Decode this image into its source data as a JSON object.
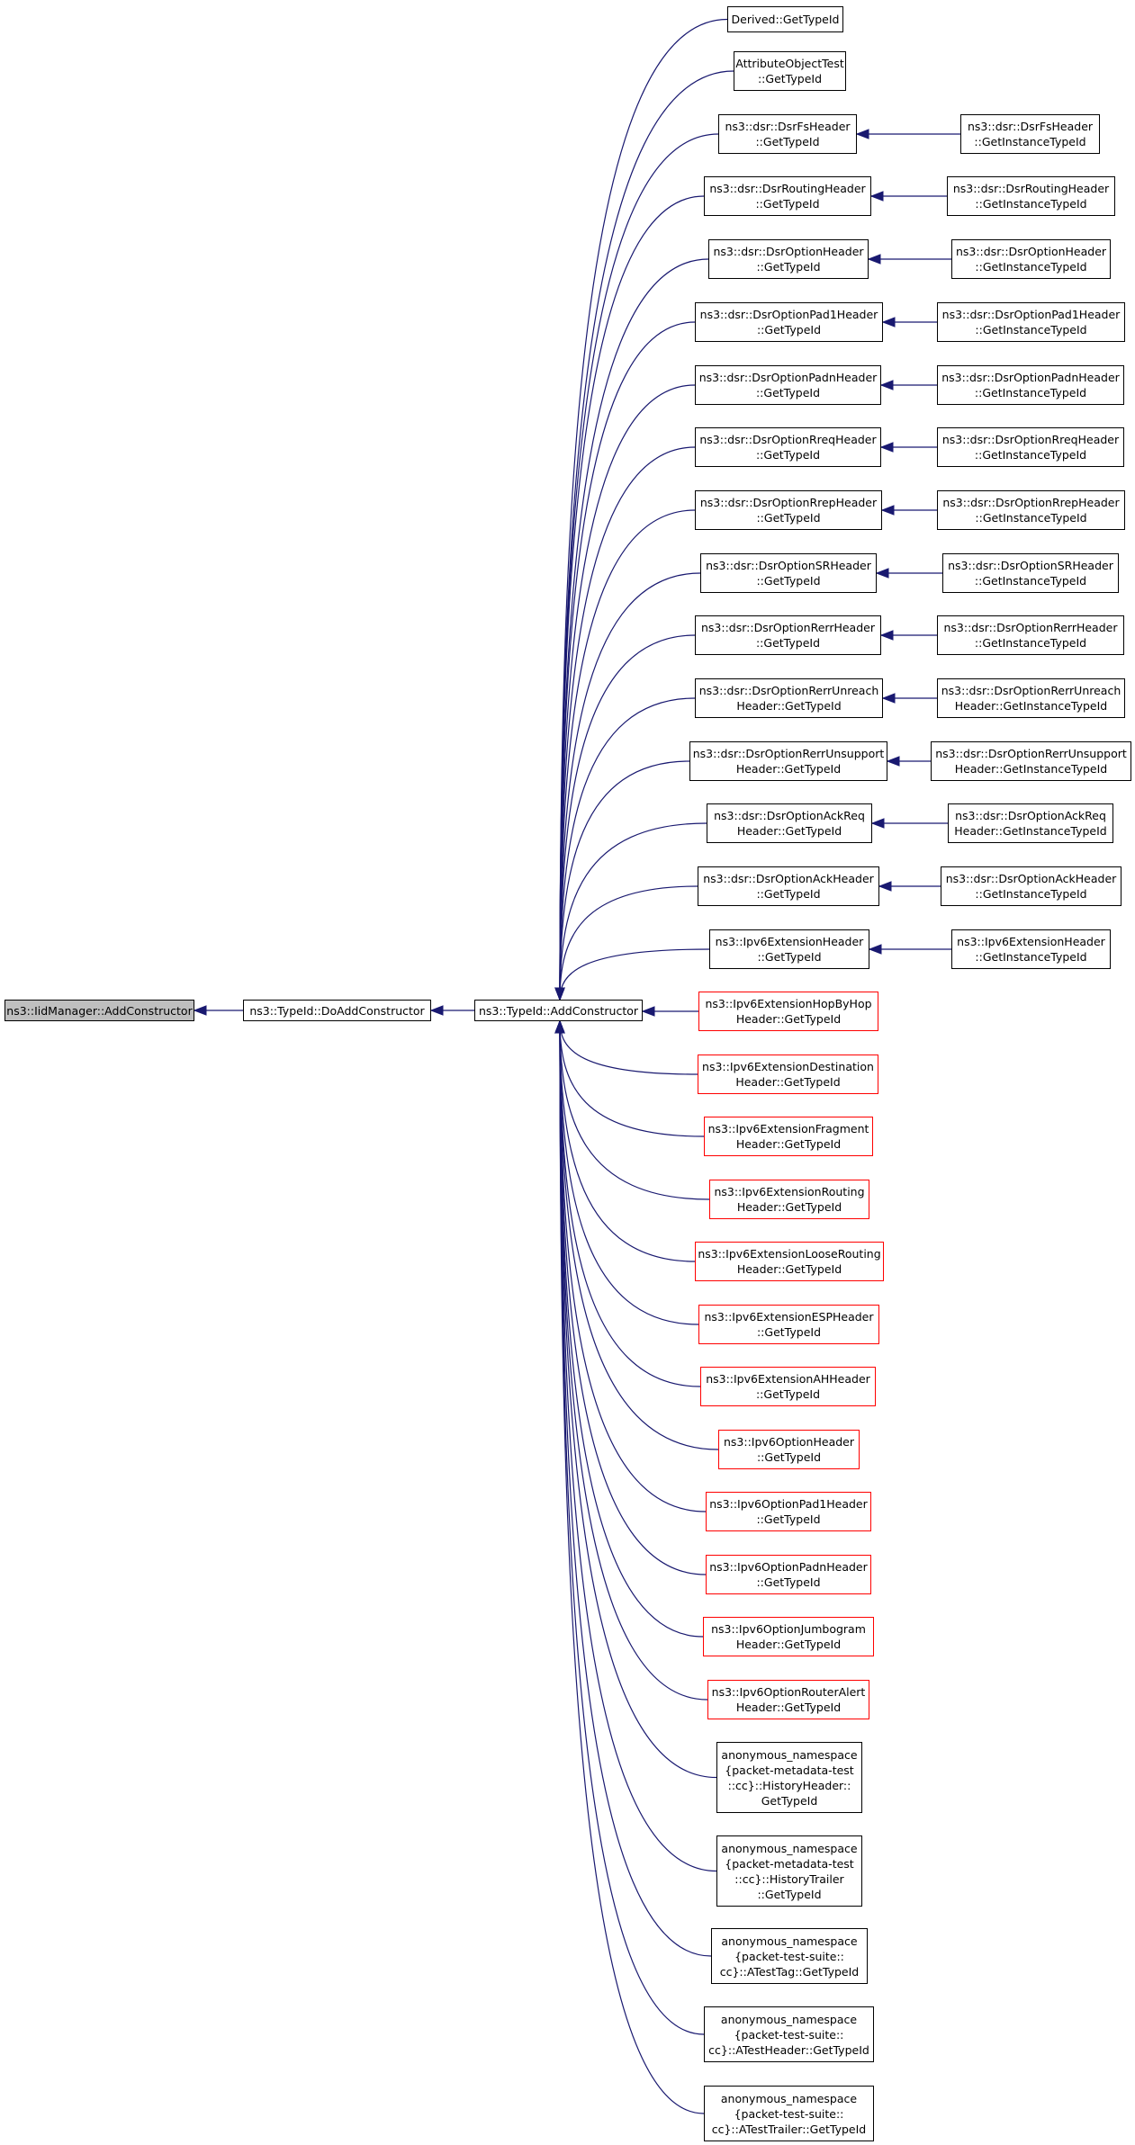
{
  "diagram": {
    "root": {
      "label": "ns3::IidManager::AddConstructor"
    },
    "level1": {
      "label": "ns3::TypeId::DoAddConstructor"
    },
    "level2": {
      "label": "ns3::TypeId::AddConstructor"
    },
    "callers": [
      {
        "label": "Derived::GetTypeId",
        "style": "black"
      },
      {
        "label": "AttributeObjectTest\n::GetTypeId",
        "style": "black"
      },
      {
        "label": "ns3::dsr::DsrFsHeader\n::GetTypeId",
        "style": "black",
        "child": "ns3::dsr::DsrFsHeader\n::GetInstanceTypeId"
      },
      {
        "label": "ns3::dsr::DsrRoutingHeader\n::GetTypeId",
        "style": "black",
        "child": "ns3::dsr::DsrRoutingHeader\n::GetInstanceTypeId"
      },
      {
        "label": "ns3::dsr::DsrOptionHeader\n::GetTypeId",
        "style": "black",
        "child": "ns3::dsr::DsrOptionHeader\n::GetInstanceTypeId"
      },
      {
        "label": "ns3::dsr::DsrOptionPad1Header\n::GetTypeId",
        "style": "black",
        "child": "ns3::dsr::DsrOptionPad1Header\n::GetInstanceTypeId"
      },
      {
        "label": "ns3::dsr::DsrOptionPadnHeader\n::GetTypeId",
        "style": "black",
        "child": "ns3::dsr::DsrOptionPadnHeader\n::GetInstanceTypeId"
      },
      {
        "label": "ns3::dsr::DsrOptionRreqHeader\n::GetTypeId",
        "style": "black",
        "child": "ns3::dsr::DsrOptionRreqHeader\n::GetInstanceTypeId"
      },
      {
        "label": "ns3::dsr::DsrOptionRrepHeader\n::GetTypeId",
        "style": "black",
        "child": "ns3::dsr::DsrOptionRrepHeader\n::GetInstanceTypeId"
      },
      {
        "label": "ns3::dsr::DsrOptionSRHeader\n::GetTypeId",
        "style": "black",
        "child": "ns3::dsr::DsrOptionSRHeader\n::GetInstanceTypeId"
      },
      {
        "label": "ns3::dsr::DsrOptionRerrHeader\n::GetTypeId",
        "style": "black",
        "child": "ns3::dsr::DsrOptionRerrHeader\n::GetInstanceTypeId"
      },
      {
        "label": "ns3::dsr::DsrOptionRerrUnreach\nHeader::GetTypeId",
        "style": "black",
        "child": "ns3::dsr::DsrOptionRerrUnreach\nHeader::GetInstanceTypeId"
      },
      {
        "label": "ns3::dsr::DsrOptionRerrUnsupport\nHeader::GetTypeId",
        "style": "black",
        "child": "ns3::dsr::DsrOptionRerrUnsupport\nHeader::GetInstanceTypeId"
      },
      {
        "label": "ns3::dsr::DsrOptionAckReq\nHeader::GetTypeId",
        "style": "black",
        "child": "ns3::dsr::DsrOptionAckReq\nHeader::GetInstanceTypeId"
      },
      {
        "label": "ns3::dsr::DsrOptionAckHeader\n::GetTypeId",
        "style": "black",
        "child": "ns3::dsr::DsrOptionAckHeader\n::GetInstanceTypeId"
      },
      {
        "label": "ns3::Ipv6ExtensionHeader\n::GetTypeId",
        "style": "black",
        "child": "ns3::Ipv6ExtensionHeader\n::GetInstanceTypeId"
      },
      {
        "label": "ns3::Ipv6ExtensionHopByHop\nHeader::GetTypeId",
        "style": "red"
      },
      {
        "label": "ns3::Ipv6ExtensionDestination\nHeader::GetTypeId",
        "style": "red"
      },
      {
        "label": "ns3::Ipv6ExtensionFragment\nHeader::GetTypeId",
        "style": "red"
      },
      {
        "label": "ns3::Ipv6ExtensionRouting\nHeader::GetTypeId",
        "style": "red"
      },
      {
        "label": "ns3::Ipv6ExtensionLooseRouting\nHeader::GetTypeId",
        "style": "red"
      },
      {
        "label": "ns3::Ipv6ExtensionESPHeader\n::GetTypeId",
        "style": "red"
      },
      {
        "label": "ns3::Ipv6ExtensionAHHeader\n::GetTypeId",
        "style": "red"
      },
      {
        "label": "ns3::Ipv6OptionHeader\n::GetTypeId",
        "style": "red"
      },
      {
        "label": "ns3::Ipv6OptionPad1Header\n::GetTypeId",
        "style": "red"
      },
      {
        "label": "ns3::Ipv6OptionPadnHeader\n::GetTypeId",
        "style": "red"
      },
      {
        "label": "ns3::Ipv6OptionJumbogram\nHeader::GetTypeId",
        "style": "red"
      },
      {
        "label": "ns3::Ipv6OptionRouterAlert\nHeader::GetTypeId",
        "style": "red"
      },
      {
        "label": "anonymous_namespace\n{packet-metadata-test\n::cc}::HistoryHeader::\nGetTypeId",
        "style": "black"
      },
      {
        "label": "anonymous_namespace\n{packet-metadata-test\n::cc}::HistoryTrailer\n::GetTypeId",
        "style": "black"
      },
      {
        "label": "anonymous_namespace\n{packet-test-suite::\ncc}::ATestTag::GetTypeId",
        "style": "black"
      },
      {
        "label": "anonymous_namespace\n{packet-test-suite::\ncc}::ATestHeader::GetTypeId",
        "style": "black"
      },
      {
        "label": "anonymous_namespace\n{packet-test-suite::\ncc}::ATestTrailer::GetTypeId",
        "style": "black"
      }
    ],
    "colors": {
      "edge": "#191970",
      "link_border": "#000000",
      "no_doc_border": "#ff0000",
      "root_fill": "#bfbfbf"
    }
  }
}
